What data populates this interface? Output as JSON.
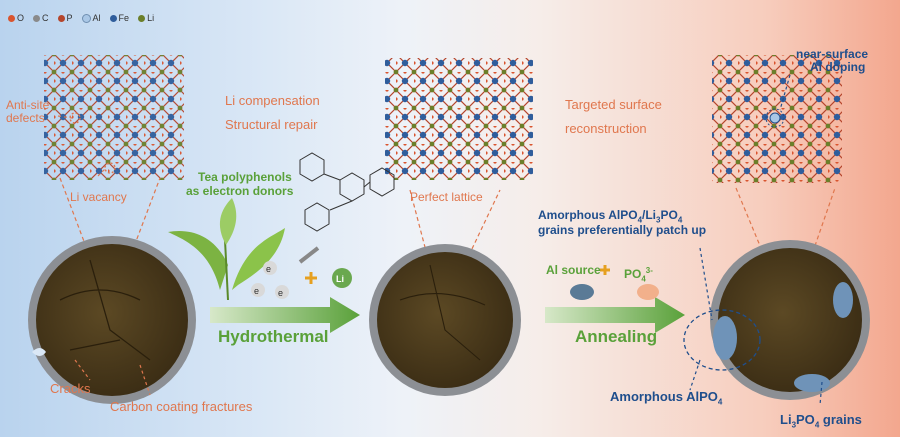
{
  "legend": [
    {
      "label": "O",
      "color": "#d9542e"
    },
    {
      "label": "C",
      "color": "#8a8a8a"
    },
    {
      "label": "P",
      "color": "#b5452c"
    },
    {
      "label": "Al",
      "color": "#a9c7e6"
    },
    {
      "label": "Fe",
      "color": "#2f5d9c"
    },
    {
      "label": "Li",
      "color": "#6b7f2a"
    }
  ],
  "labels": {
    "anti_site_1": "Anti-site",
    "anti_site_2": "defects",
    "li_vacancy": "Li vacancy",
    "li_comp": "Li compensation",
    "struct_repair": "Structural repair",
    "tea_1": "Tea polyphenols",
    "tea_2": "as electron donors",
    "perfect": "Perfect lattice",
    "targeted_1": "Targeted surface",
    "targeted_2": "reconstruction",
    "near_1": "near-surface",
    "near_2": "Al doping",
    "amorph_patch_1a": "Amorphous AlPO",
    "amorph_patch_1b": "4",
    "amorph_patch_1c": "/Li",
    "amorph_patch_1d": "3",
    "amorph_patch_1e": "PO",
    "amorph_patch_1f": "4",
    "amorph_patch_2": "grains preferentially patch up",
    "al_source": "Al source",
    "po4_a": "PO",
    "po4_b": "4",
    "po4_c": "3-",
    "hydrothermal": "Hydrothermal",
    "annealing": "Annealing",
    "cracks": "Cracks",
    "carbon": "Carbon coating fractures",
    "amorph_alpo4_a": "Amorphous AlPO",
    "amorph_alpo4_b": "4",
    "li3po4_a": "Li",
    "li3po4_b": "3",
    "li3po4_c": "PO",
    "li3po4_d": "4",
    "li3po4_e": " grains",
    "e1": "e",
    "e2": "e",
    "e3": "e",
    "li_plus": "Li"
  },
  "colors": {
    "particle": "#4a3a1e",
    "shell": "#8c8f94",
    "arrow": "#6aa84f",
    "dashed": "#e0774e",
    "lattice_bond": "#b5452c"
  }
}
